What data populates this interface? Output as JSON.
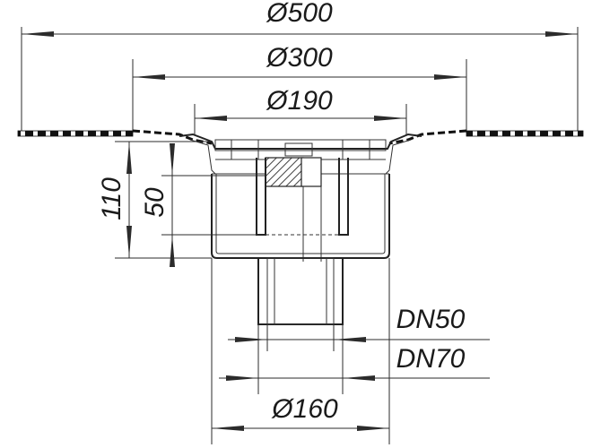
{
  "dimensions": {
    "d500": "Ø500",
    "d300": "Ø300",
    "d190": "Ø190",
    "d160": "Ø160",
    "dn50": "DN50",
    "dn70": "DN70",
    "h110": "110",
    "h50": "50"
  }
}
